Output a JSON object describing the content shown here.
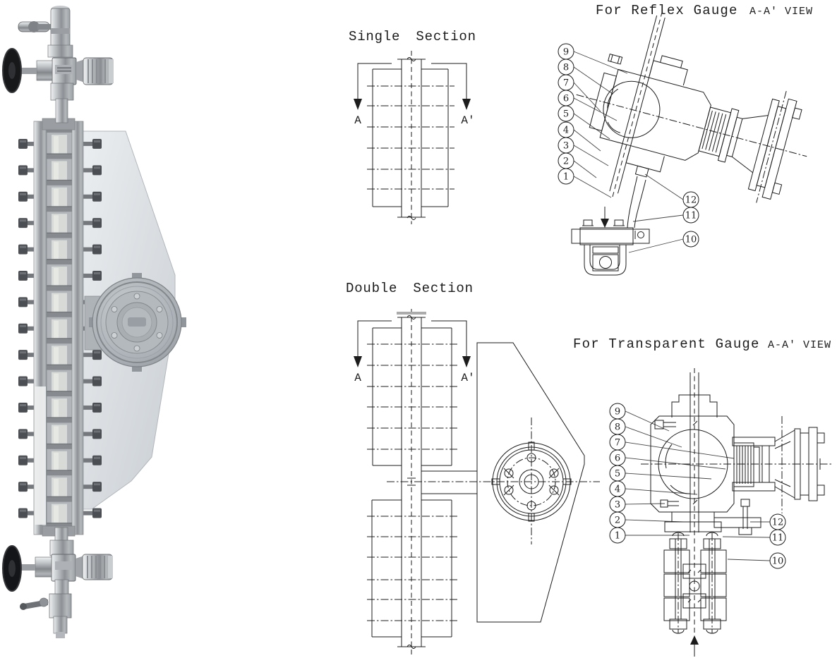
{
  "page": {
    "background": "#ffffff"
  },
  "diagrams": {
    "single_section": {
      "title": "Single Section",
      "label_left": "A",
      "label_right": "A'"
    },
    "double_section": {
      "title": "Double Section",
      "label_left": "A",
      "label_right": "A'"
    },
    "reflex_view": {
      "title": "For Reflex Gauge",
      "view_label": "A-A' VIEW",
      "callouts_left": [
        "9",
        "8",
        "7",
        "6",
        "5",
        "4",
        "3",
        "2",
        "1"
      ],
      "callouts_right": [
        "12",
        "11",
        "10"
      ]
    },
    "transparent_view": {
      "title": "For Transparent Gauge",
      "view_label": "A-A' VIEW",
      "callouts_left": [
        "9",
        "8",
        "7",
        "6",
        "5",
        "4",
        "3",
        "2",
        "1"
      ],
      "callouts_right": [
        "12",
        "11",
        "10"
      ]
    }
  },
  "colors": {
    "drawing_line": "#1c1c1c",
    "photo_plate": "#d9dde0",
    "background": "#ffffff"
  }
}
